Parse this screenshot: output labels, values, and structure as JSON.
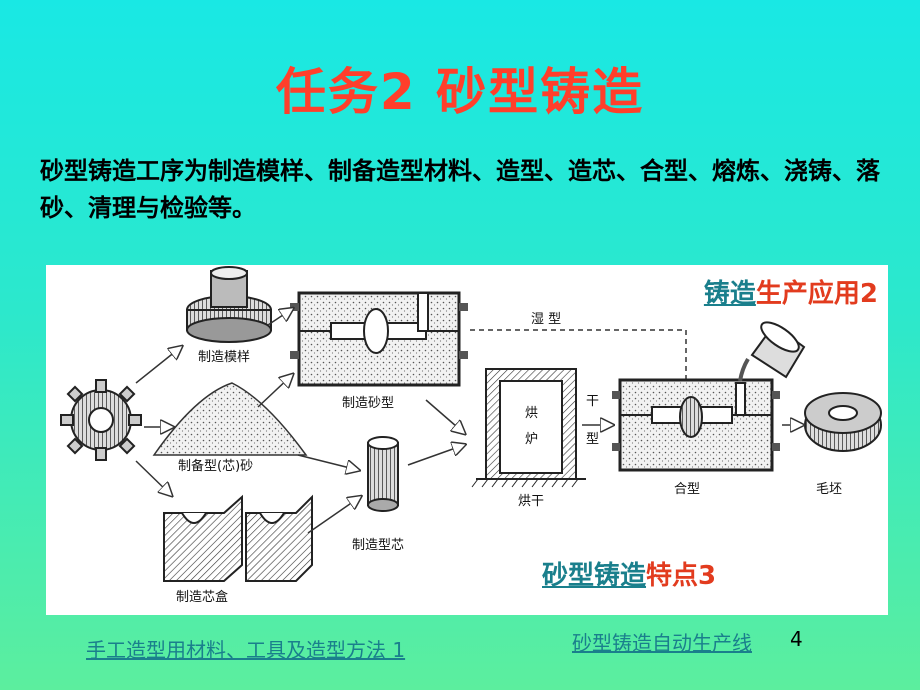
{
  "slide": {
    "title": "任务2  砂型铸造",
    "intro": "砂型铸造工序为制造模样、制备造型材料、造型、造芯、合型、熔炼、浇铸、落砂、清理与检验等。",
    "page_number": "4"
  },
  "diagram": {
    "labels": {
      "pattern": "制造模样",
      "sand_mold": "制造砂型",
      "molding_sand": "制备型(芯)砂",
      "core": "制造型芯",
      "core_box": "制造芯盒",
      "wet_mold": "湿  型",
      "oven_1": "烘",
      "oven_2": "炉",
      "dry": "干",
      "mold_type": "型",
      "drying": "烘干",
      "assembled_mold": "合型",
      "casting_blank": "毛坯"
    }
  },
  "links": {
    "application_link_part": "铸造",
    "application_rest": "生产应用2",
    "features_link_part": "砂型铸造",
    "features_rest": "特点3",
    "manual_molding": "手工造型用材料、工具及造型方法 1",
    "auto_line": "砂型铸造自动生产线"
  },
  "colors": {
    "background_top": "#19e8e4",
    "background_bottom": "#5cee9e",
    "title": "#ff3f2b",
    "link": "#1a7f8c",
    "accent_red": "#e23b1e"
  }
}
